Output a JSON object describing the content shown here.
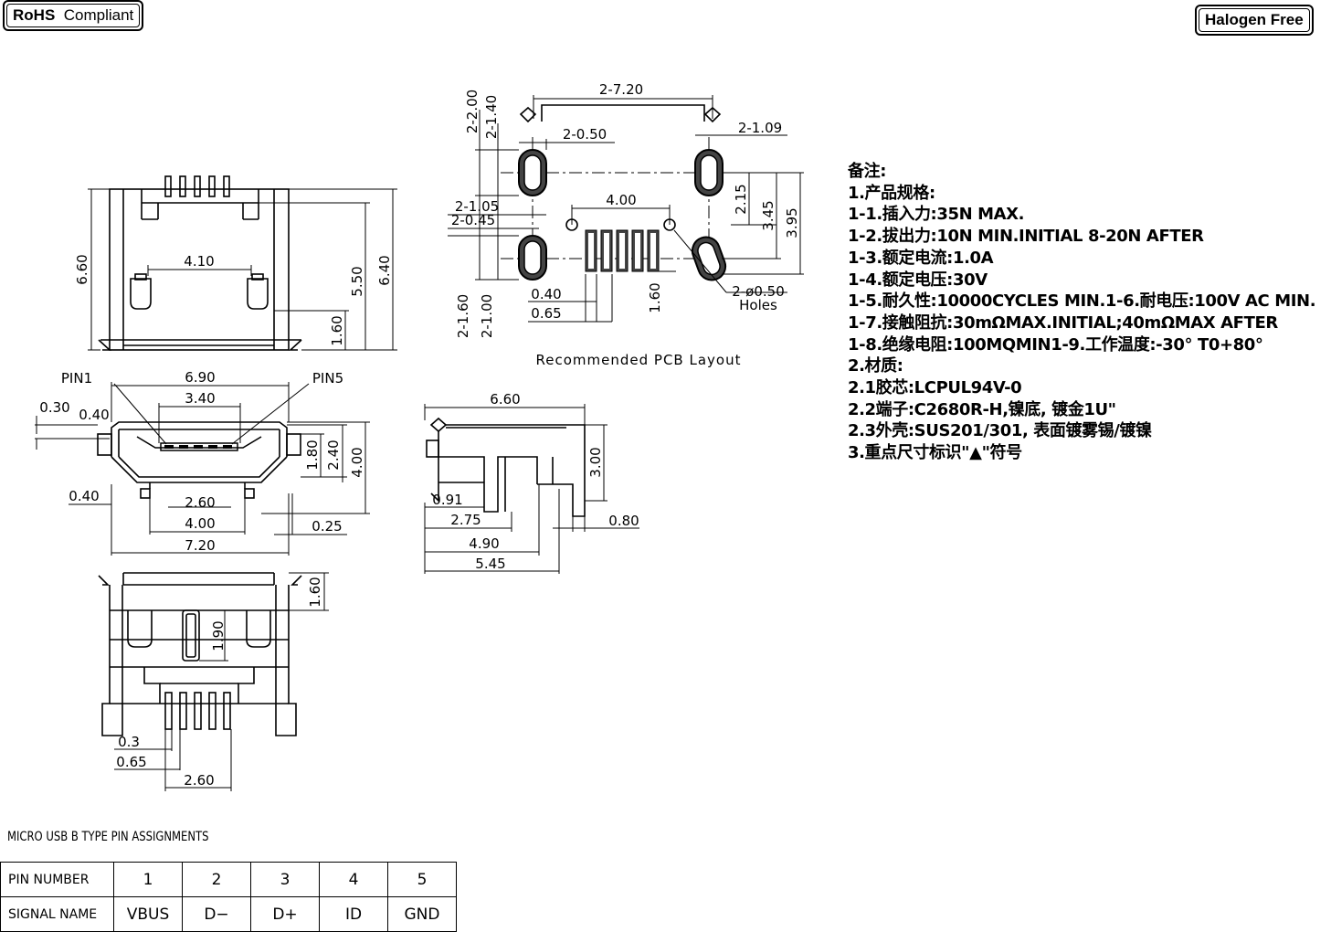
{
  "badges": {
    "rohs_bold": "RoHS",
    "rohs_text": "Compliant",
    "halogen": "Halogen Free"
  },
  "top_view": {
    "dims": [
      "6.60",
      "4.10",
      "5.50",
      "6.40",
      "1.60"
    ]
  },
  "pcb_layout": {
    "dims": [
      "2-7.20",
      "2-2.00",
      "2-1.40",
      "2-0.50",
      "2-1.09",
      "2.15",
      "3.45",
      "3.95",
      "4.00",
      "2-1.05",
      "2-0.45",
      "2-1.60",
      "2-1.00",
      "0.40",
      "0.65",
      "1.60"
    ],
    "holes_dim": "2-ø0.50",
    "holes_label": "Holes",
    "caption": "Recommended PCB Layout"
  },
  "front_view": {
    "pin1": "PIN1",
    "pin5": "PIN5",
    "dims": [
      "6.90",
      "3.40",
      "0.30",
      "0.40",
      "0.40",
      "1.80",
      "2.40",
      "4.00",
      "2.60",
      "4.00",
      "0.25",
      "7.20"
    ]
  },
  "side_view": {
    "dims": [
      "6.60",
      "3.00",
      "0.91",
      "2.75",
      "0.80",
      "4.90",
      "5.45"
    ]
  },
  "bottom_view": {
    "dims": [
      "1.60",
      "1.90",
      "0.3",
      "0.65",
      "2.60"
    ]
  },
  "notes": [
    "备注:",
    "1.产品规格:",
    "1-1.插入力:35N MAX.",
    "1-2.拔出力:10N MIN.INITIAL 8-20N AFTER",
    "1-3.额定电流:1.0A",
    "1-4.额定电压:30V",
    "1-5.耐久性:10000CYCLES MIN.1-6.耐电压:100V AC MIN.",
    "1-7.接触阻抗:30mΩMAX.INITIAL;40mΩMAX AFTER",
    "1-8.绝缘电阻:100MQMIN1-9.工作温度:-30° T0+80°",
    "2.材质:",
    "2.1胶芯:LCPUL94V-0",
    "2.2端子:C2680R-H,镍底, 镀金1U\"",
    "2.3外壳:SUS201/301, 表面镀雾锡/镀镍",
    "3.重点尺寸标识\"▲\"符号"
  ],
  "pin_table": {
    "title": "MICRO USB B TYPE PIN ASSIGNMENTS",
    "row1_header": "PIN NUMBER",
    "row2_header": "SIGNAL NAME",
    "pins": [
      "1",
      "2",
      "3",
      "4",
      "5"
    ],
    "signals": [
      "VBUS",
      "D−",
      "D+",
      "ID",
      "GND"
    ]
  }
}
